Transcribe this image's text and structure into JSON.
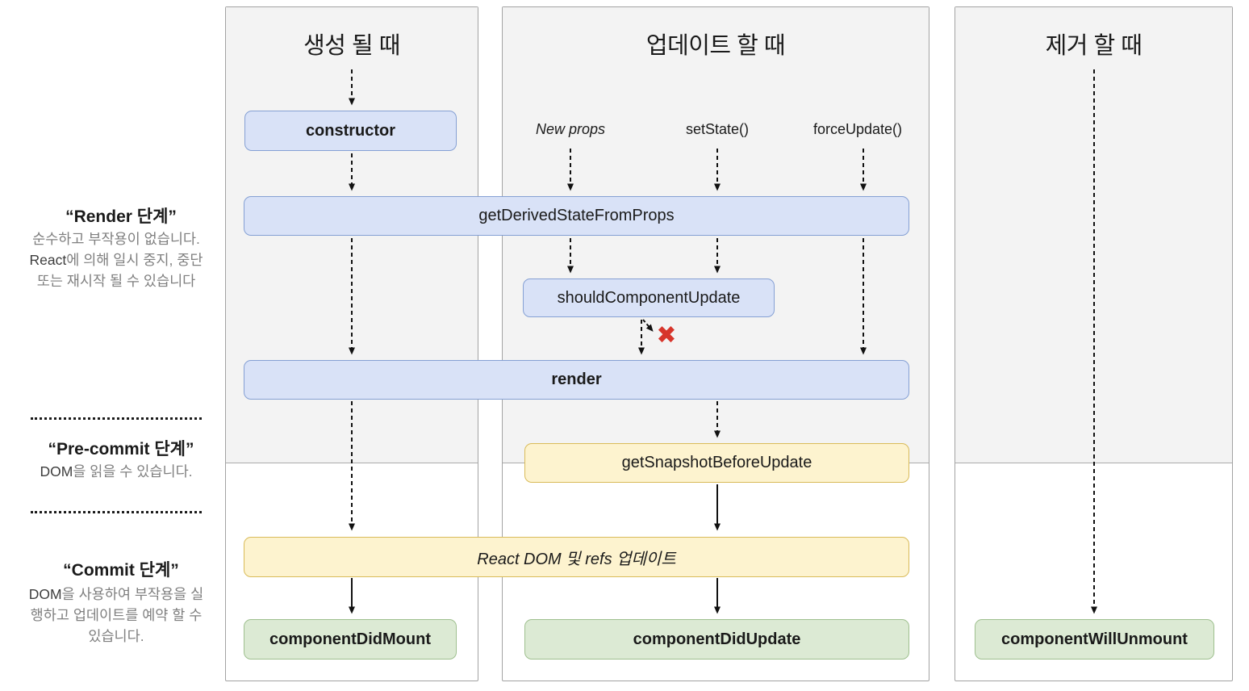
{
  "columns": [
    {
      "title": "생성 될 때"
    },
    {
      "title": "업데이트 할 때"
    },
    {
      "title": "제거 할 때"
    }
  ],
  "sidebar": {
    "phases": [
      {
        "title": "“Render 단계”",
        "description": [
          {
            "text": "순수하고 부작용이 없습니다. "
          },
          {
            "text": "React",
            "em": true
          },
          {
            "text": "에 의해 일시 중지, 중단 또는 재시작 될 수 있습니다"
          }
        ]
      },
      {
        "title": "“Pre-commit 단계”",
        "description": [
          {
            "text": "DOM",
            "em": true
          },
          {
            "text": "을 읽을 수 있습니다."
          }
        ]
      },
      {
        "title": "“Commit 단계”",
        "description": [
          {
            "text": "DOM",
            "em": true
          },
          {
            "text": "을 사용하여 부작용을 실행하고 업데이트를 예약 할 수 있습니다."
          }
        ]
      }
    ]
  },
  "triggers": [
    {
      "label": "New props"
    },
    {
      "label": "setState()"
    },
    {
      "label": "forceUpdate()"
    }
  ],
  "boxes": {
    "constructor": "constructor",
    "get_derived_state_from_props": "getDerivedStateFromProps",
    "should_component_update": "shouldComponentUpdate",
    "render": "render",
    "get_snapshot_before_update": "getSnapshotBeforeUpdate",
    "react_dom_update": "React DOM 및 refs 업데이트",
    "component_did_mount": "componentDidMount",
    "component_did_update": "componentDidUpdate",
    "component_will_unmount": "componentWillUnmount"
  },
  "icons": {
    "blocked": "✖"
  },
  "colors": {
    "box_blue_bg": "#d9e2f7",
    "box_blue_border": "#85a0d4",
    "box_yellow_bg": "#fdf3cf",
    "box_yellow_border": "#d9bb59",
    "box_green_bg": "#dcead4",
    "box_green_border": "#9fc08f",
    "panel_bg": "#f3f3f3",
    "panel_border": "#a3a3a3",
    "muted_text": "#7f7f7f",
    "blocked_red": "#d7352b",
    "arrow": "#111111"
  }
}
